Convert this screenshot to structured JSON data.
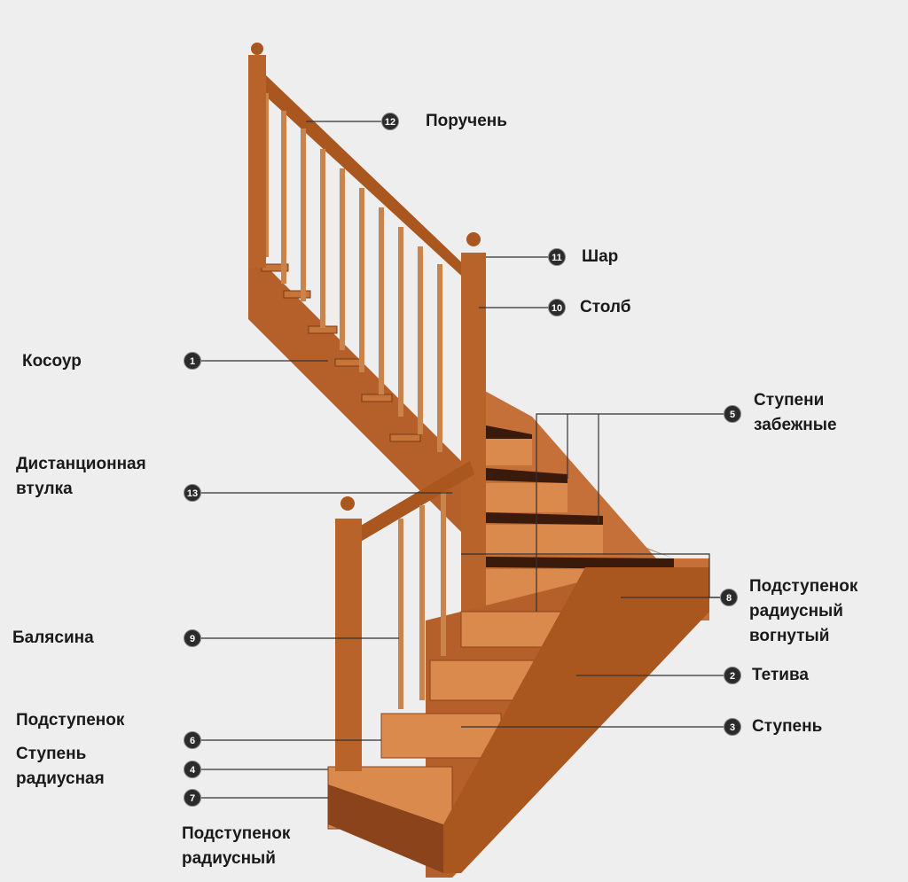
{
  "title": "Элементы лестницы",
  "parts": {
    "handrail": {
      "num": "12",
      "label": "Поручень"
    },
    "ball": {
      "num": "11",
      "label": "Шар"
    },
    "post": {
      "num": "10",
      "label": "Столб"
    },
    "stringer": {
      "num": "1",
      "label": "Косоур"
    },
    "winders": {
      "num": "5",
      "line1": "Ступени",
      "line2": "забежные"
    },
    "spacer": {
      "num": "13",
      "line1": "Дистанционная",
      "line2": "втулка"
    },
    "concave_riser": {
      "num": "8",
      "line1": "Подступенок",
      "line2": "радиусный",
      "line3": "вогнутый"
    },
    "baluster": {
      "num": "9",
      "label": "Балясина"
    },
    "bowstring": {
      "num": "2",
      "label": "Тетива"
    },
    "tread": {
      "num": "3",
      "label": "Ступень"
    },
    "riser": {
      "num": "6",
      "label": "Подступенок"
    },
    "radius_tread": {
      "num": "4",
      "line1": "Ступень",
      "line2": "радиусная"
    },
    "radius_riser": {
      "num": "7",
      "line1": "Подступенок",
      "line2": "радиусный"
    }
  },
  "colors": {
    "wood": "#b8632a",
    "wood_dark": "#8a431a",
    "wood_light": "#d98a4c",
    "background": "#efeeee"
  }
}
